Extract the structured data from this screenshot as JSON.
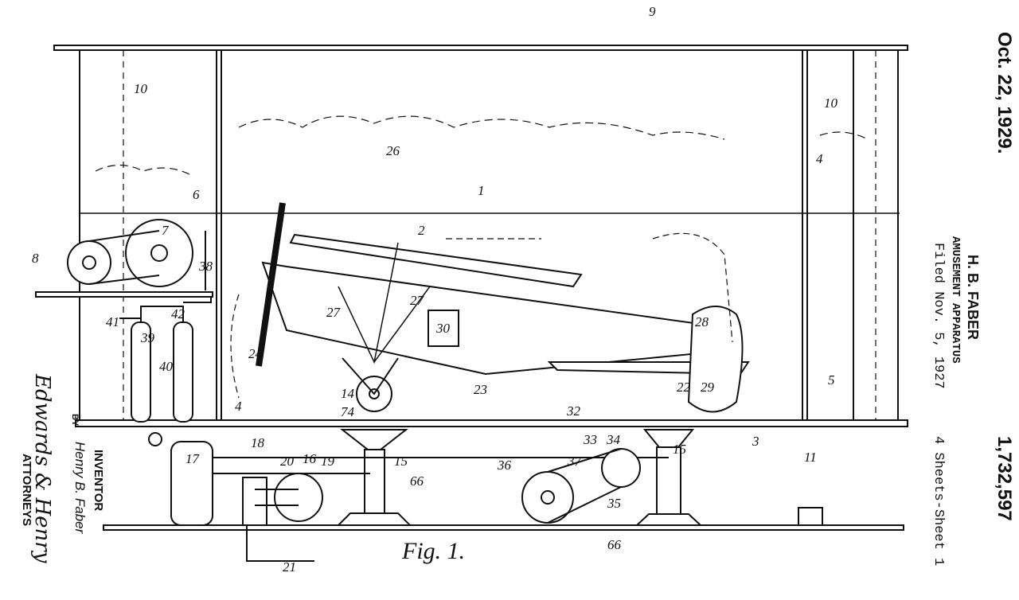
{
  "header": {
    "date": "Oct. 22, 1929.",
    "inventor_name": "H. B. FABER",
    "title": "AMUSEMENT APPARATUS",
    "filed": "Filed Nov. 5, 1927",
    "sheets": "4 Sheets-Sheet 1",
    "patent_number": "1,732,597"
  },
  "signature_block": {
    "inventor_label": "INVENTOR",
    "inventor_signature": "Henry B. Faber",
    "by_label": "BY",
    "attorney_signature": "Edwards & Henry",
    "attorneys_label": "ATTORNEYS"
  },
  "figure_label": "Fig. 1.",
  "labels": [
    "9",
    "10",
    "10",
    "4",
    "1",
    "26",
    "6",
    "7",
    "8",
    "38",
    "2",
    "27",
    "27",
    "30",
    "28",
    "41",
    "42",
    "39",
    "40",
    "24",
    "14",
    "74",
    "23",
    "22",
    "29",
    "5",
    "4",
    "32",
    "3",
    "33",
    "34",
    "17",
    "18",
    "16",
    "19",
    "20",
    "15",
    "15",
    "66",
    "36",
    "37",
    "35",
    "11",
    "66",
    "21"
  ]
}
